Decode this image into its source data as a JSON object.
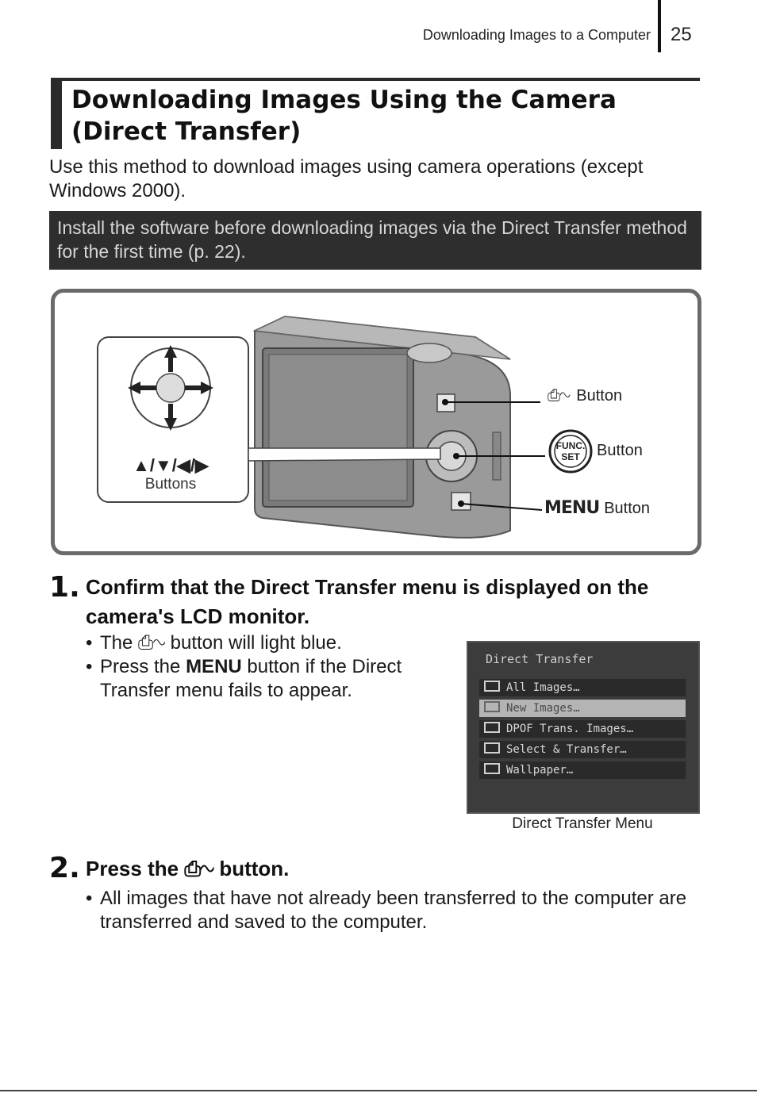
{
  "header": {
    "running_title": "Downloading Images to a Computer",
    "page_number": "25"
  },
  "section": {
    "title_line1": "Downloading Images Using the Camera",
    "title_line2": "(Direct Transfer)",
    "intro": "Use this method to download images using camera operations (except Windows 2000)."
  },
  "notice": {
    "text": "Install the software before downloading images via the Direct Transfer method for the first time (p. 22)."
  },
  "figure": {
    "print_label": "Button",
    "print_glyph": "⎙∿",
    "func_label": "Button",
    "func_badge_top": "FUNC.",
    "func_badge_bottom": "SET",
    "menu_word": "MENU",
    "menu_label": "Button",
    "dial_arrows": "▲/▼/◀/▶",
    "dial_caption": "Buttons"
  },
  "step1": {
    "number": "1",
    "title": "Confirm that the Direct Transfer menu is displayed on the camera's LCD monitor.",
    "bullet1_pre": "The",
    "bullet1_glyph": "⎙∿",
    "bullet1_post": "button will light blue.",
    "bullet2_pre": "Press the",
    "bullet2_bold": "MENU",
    "bullet2_post": "button if the Direct Transfer menu fails to appear."
  },
  "lcd": {
    "title": "Direct Transfer",
    "items": [
      {
        "label": "All Images…"
      },
      {
        "label": "New Images…"
      },
      {
        "label": "DPOF Trans. Images…"
      },
      {
        "label": "Select & Transfer…"
      },
      {
        "label": "Wallpaper…"
      }
    ],
    "caption": "Direct Transfer Menu"
  },
  "step2": {
    "number": "2",
    "title_pre": "Press the",
    "title_glyph": "⎙∿",
    "title_post": "button.",
    "bullet1": "All images that have not already been transferred to the computer are transferred and saved to the computer."
  }
}
